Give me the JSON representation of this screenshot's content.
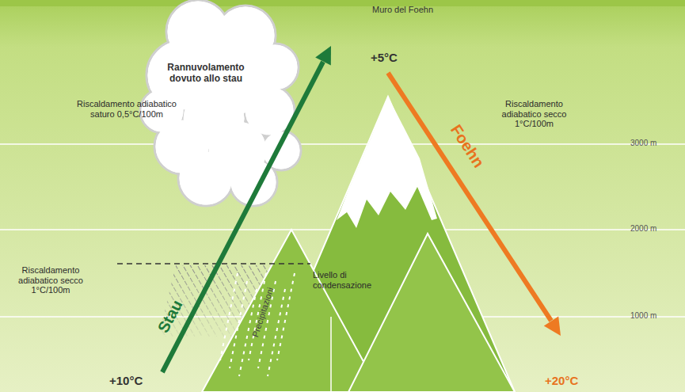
{
  "diagram": {
    "nodes": [
      {
        "text": [
          "Rannuvolamento dovuto allo stau"
        ]
      }
    ],
    "labels": [
      "Muro del Foehn",
      "+5°C",
      "Riscaldamento adiabatico saturo 0,5°C/100m",
      "Foehn",
      "Riscaldamento adiabatico secco 1°C/100m",
      "3000 m",
      "2000 m",
      "Stau",
      "Livello di condensazione",
      "Precipitazioni",
      "Riscaldamento adiabatico secco 1°C/100m",
      "1000 m",
      "+10°C",
      "+20°C"
    ]
  }
}
